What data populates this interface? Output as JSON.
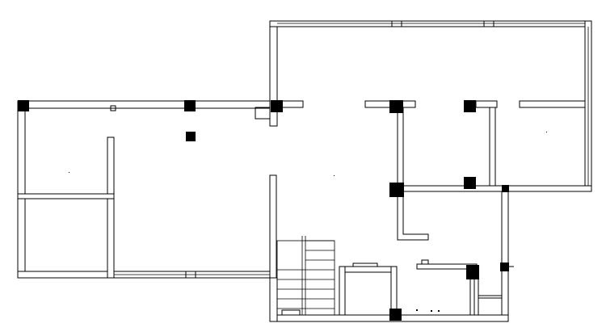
{
  "drawing": {
    "type": "architectural-floor-plan",
    "background_color": "#ffffff",
    "line_color": "#000000",
    "column_color": "#000000",
    "visible_text": [],
    "column_count": 12,
    "has_staircase": true,
    "staircase_treads": 8
  }
}
